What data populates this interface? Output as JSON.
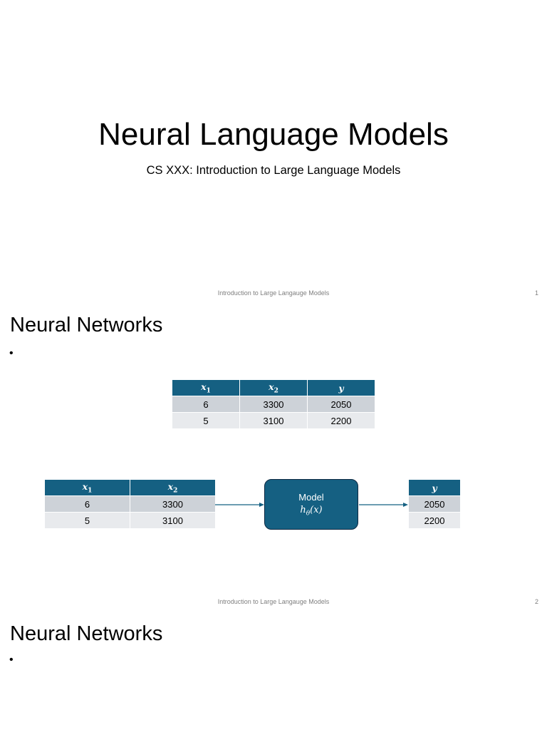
{
  "slides": [
    {
      "title": "Neural Language Models",
      "subtitle": "CS XXX: Introduction to Large Language Models",
      "footer": "Introduction to Large Langauge Models",
      "page": "1"
    },
    {
      "title": "Neural Networks",
      "bullet": "•",
      "table_top": {
        "headers": [
          {
            "base": "x",
            "sub": "1"
          },
          {
            "base": "x",
            "sub": "2"
          },
          {
            "base": "y",
            "sub": ""
          }
        ],
        "rows": [
          [
            "6",
            "3300",
            "2050"
          ],
          [
            "5",
            "3100",
            "2200"
          ]
        ]
      },
      "input_table": {
        "headers": [
          {
            "base": "x",
            "sub": "1"
          },
          {
            "base": "x",
            "sub": "2"
          }
        ],
        "rows": [
          [
            "6",
            "3300"
          ],
          [
            "5",
            "3100"
          ]
        ]
      },
      "model": {
        "label": "Model",
        "formula_base": "h",
        "formula_sub": "θ",
        "formula_arg": "(x)"
      },
      "output_table": {
        "headers": [
          {
            "base": "y",
            "sub": ""
          }
        ],
        "rows": [
          [
            "2050"
          ],
          [
            "2200"
          ]
        ]
      },
      "footer": "Introduction to Large Langauge Models",
      "page": "2"
    },
    {
      "title": "Neural Networks",
      "bullet": "•"
    }
  ],
  "colors": {
    "header_fill": "#156082",
    "model_fill": "#156082",
    "model_border": "#0e2841",
    "row_dark": "#cdd2d8",
    "row_light": "#e8eaed"
  }
}
